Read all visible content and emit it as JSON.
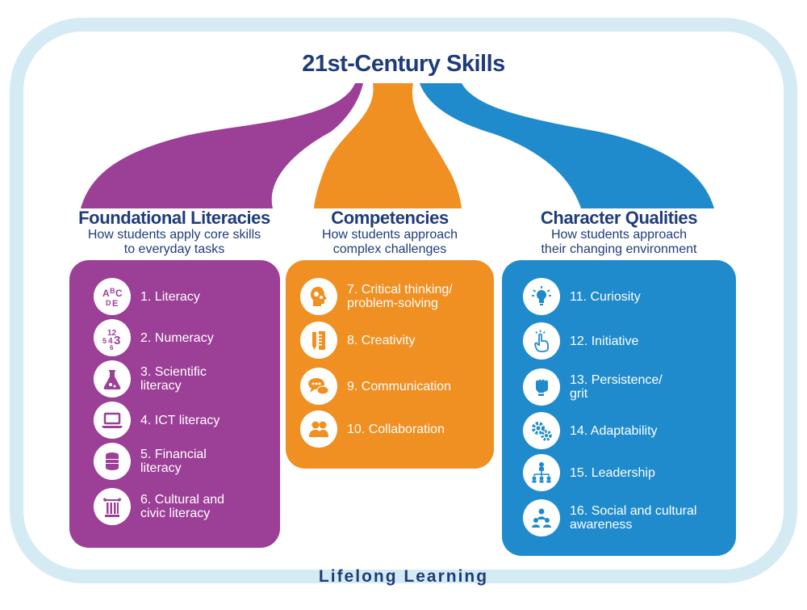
{
  "title": "21st-Century Skills",
  "columns": [
    {
      "heading": "Foundational Literacies",
      "subtitle": "How students apply core skills\nto everyday tasks",
      "color": "#9c3f96",
      "items": [
        {
          "label": "1. Literacy",
          "icon": "abc-letters-icon"
        },
        {
          "label": "2. Numeracy",
          "icon": "numbers-icon"
        },
        {
          "label": "3. Scientific\nliteracy",
          "icon": "flask-icon"
        },
        {
          "label": "4. ICT literacy",
          "icon": "laptop-icon"
        },
        {
          "label": "5. Financial\nliteracy",
          "icon": "coin-stack-icon"
        },
        {
          "label": "6. Cultural and\ncivic literacy",
          "icon": "column-icon"
        }
      ]
    },
    {
      "heading": "Competencies",
      "subtitle": "How students approach\ncomplex challenges",
      "color": "#f08f22",
      "items": [
        {
          "label": "7. Critical thinking/\nproblem-solving",
          "icon": "head-gears-icon"
        },
        {
          "label": "8. Creativity",
          "icon": "pencil-ruler-icon"
        },
        {
          "label": "9. Communication",
          "icon": "speech-bubbles-icon"
        },
        {
          "label": "10. Collaboration",
          "icon": "people-icon"
        }
      ]
    },
    {
      "heading": "Character Qualities",
      "subtitle": "How students approach\ntheir changing environment",
      "color": "#1f8bcd",
      "items": [
        {
          "label": "11. Curiosity",
          "icon": "lightbulb-icon"
        },
        {
          "label": "12. Initiative",
          "icon": "pointing-hand-icon"
        },
        {
          "label": "13. Persistence/\ngrit",
          "icon": "fist-icon"
        },
        {
          "label": "14. Adaptability",
          "icon": "gears-icon"
        },
        {
          "label": "15. Leadership",
          "icon": "org-chart-icon"
        },
        {
          "label": "16. Social and cultural\nawareness",
          "icon": "group-icon"
        }
      ]
    }
  ],
  "footer": "Lifelong Learning"
}
